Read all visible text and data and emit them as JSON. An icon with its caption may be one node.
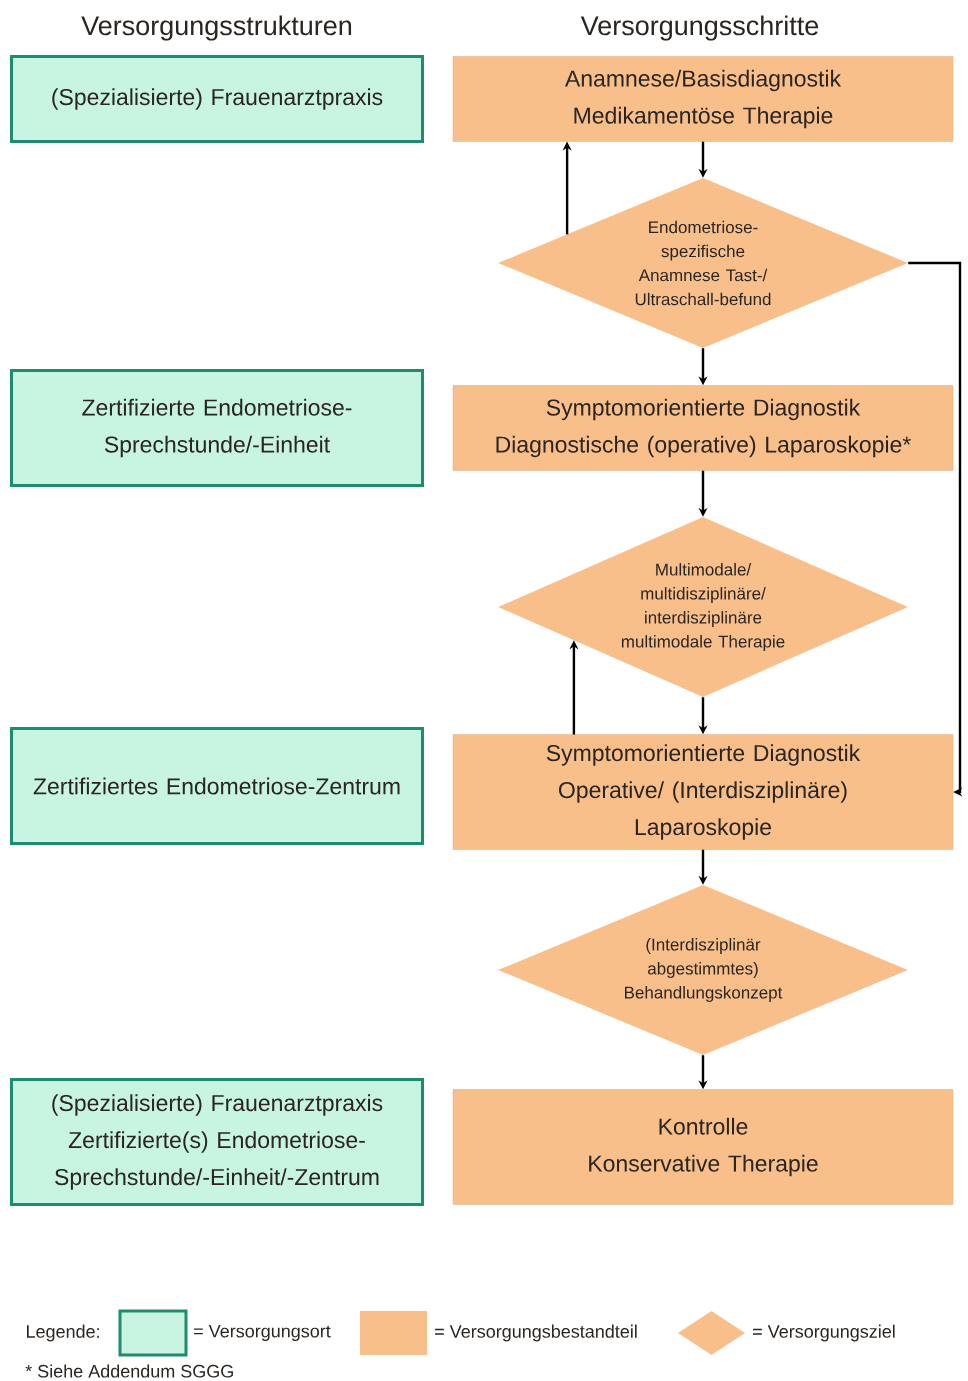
{
  "diagram": {
    "nodes": [
      {
        "text": [
          "(Spezialisierte) Frauenarztpraxis"
        ]
      },
      {
        "text": [
          "Anamnese/Basisdiagnostik",
          "Medikamentöse Therapie"
        ]
      },
      {
        "text": [
          "Endometriose-spezifische Anamnese Tast-/ Ultraschall-befund"
        ]
      },
      {
        "text": [
          "Zertifizierte Endometriose-Sprechstunde/-Einheit"
        ]
      },
      {
        "text": [
          "Symptomorientierte Diagnostik",
          "Diagnostische (operative) Laparoskopie*"
        ]
      },
      {
        "text": [
          "Multimodale/ multidisziplinäre/ interdisziplinäre multimodale Therapie"
        ]
      },
      {
        "text": [
          "Zertifiziertes Endometriose-Zentrum"
        ]
      },
      {
        "text": [
          "Symptomorientierte Diagnostik",
          "Operative/ (Interdisziplinäre) Laparoskopie"
        ]
      },
      {
        "text": [
          "(Interdisziplinär abgestimmtes) Behandlungskonzept"
        ]
      },
      {
        "text": [
          "(Spezialisierte) Frauenarztpraxis",
          "Zertifizierte(s) Endometriose-Sprechstunde/-Einheit/-Zentrum"
        ]
      },
      {
        "text": [
          "Kontrolle",
          "Konservative Therapie"
        ]
      }
    ],
    "edges": [
      {
        "from": 1,
        "to": 2,
        "arrow": "to"
      },
      {
        "from": 2,
        "to": 1,
        "arrow": "to"
      },
      {
        "from": 2,
        "to": 4,
        "arrow": "to"
      },
      {
        "from": 2,
        "to": 7,
        "arrow": "to"
      },
      {
        "from": 4,
        "to": 5,
        "arrow": "to"
      },
      {
        "from": 5,
        "to": 7,
        "arrow": "to"
      },
      {
        "from": 7,
        "to": 5,
        "arrow": "to"
      },
      {
        "from": 7,
        "to": 8,
        "arrow": "to"
      },
      {
        "from": 8,
        "to": 10,
        "arrow": "to"
      }
    ],
    "labels": [
      "Versorgungsstrukturen",
      "Versorgungsschritte",
      "Legende:",
      "* Siehe Addendum SGGG"
    ],
    "legend": [
      {
        "text": "= Versorgungsort",
        "color": "#c8f5e1"
      },
      {
        "text": "= Versorgungsbestandteil",
        "color": "#f9bf8b"
      },
      {
        "text": "= Versorgungsziel"
      }
    ]
  }
}
